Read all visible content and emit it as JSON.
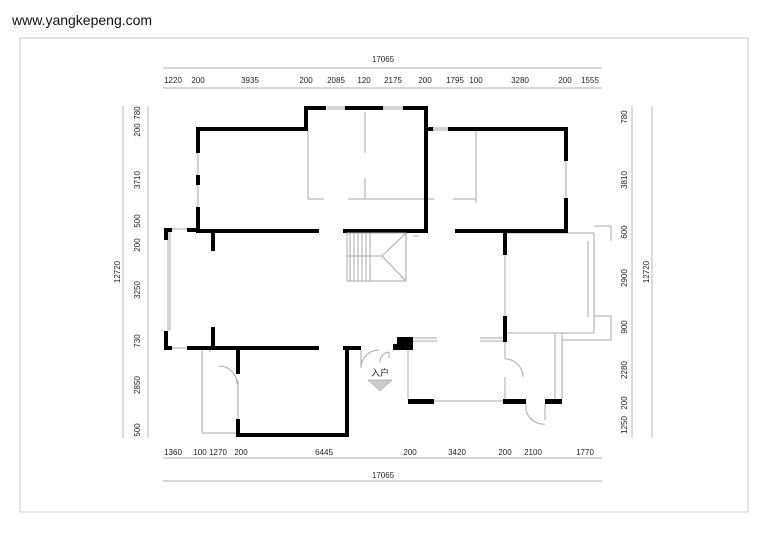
{
  "watermark": "www.yangkepeng.com",
  "entrance_label": "入户",
  "dimensions": {
    "top_total": "17065",
    "top": [
      "1220",
      "200",
      "3935",
      "200",
      "2085",
      "120",
      "2175",
      "200",
      "1795",
      "100",
      "3280",
      "200",
      "1555"
    ],
    "bottom_total": "17065",
    "bottom": [
      "1360",
      "100",
      "1270",
      "200",
      "6445",
      "200",
      "3420",
      "200",
      "2100",
      "1770"
    ],
    "left_total": "12720",
    "left": [
      "780",
      "200",
      "3710",
      "500",
      "200",
      "3250",
      "730",
      "2850",
      "500"
    ],
    "right_total": "12720",
    "right": [
      "780",
      "3810",
      "600",
      "2900",
      "900",
      "2280",
      "200",
      "1250"
    ]
  },
  "colors": {
    "wall": "#000000",
    "line": "#aaaaaa"
  }
}
